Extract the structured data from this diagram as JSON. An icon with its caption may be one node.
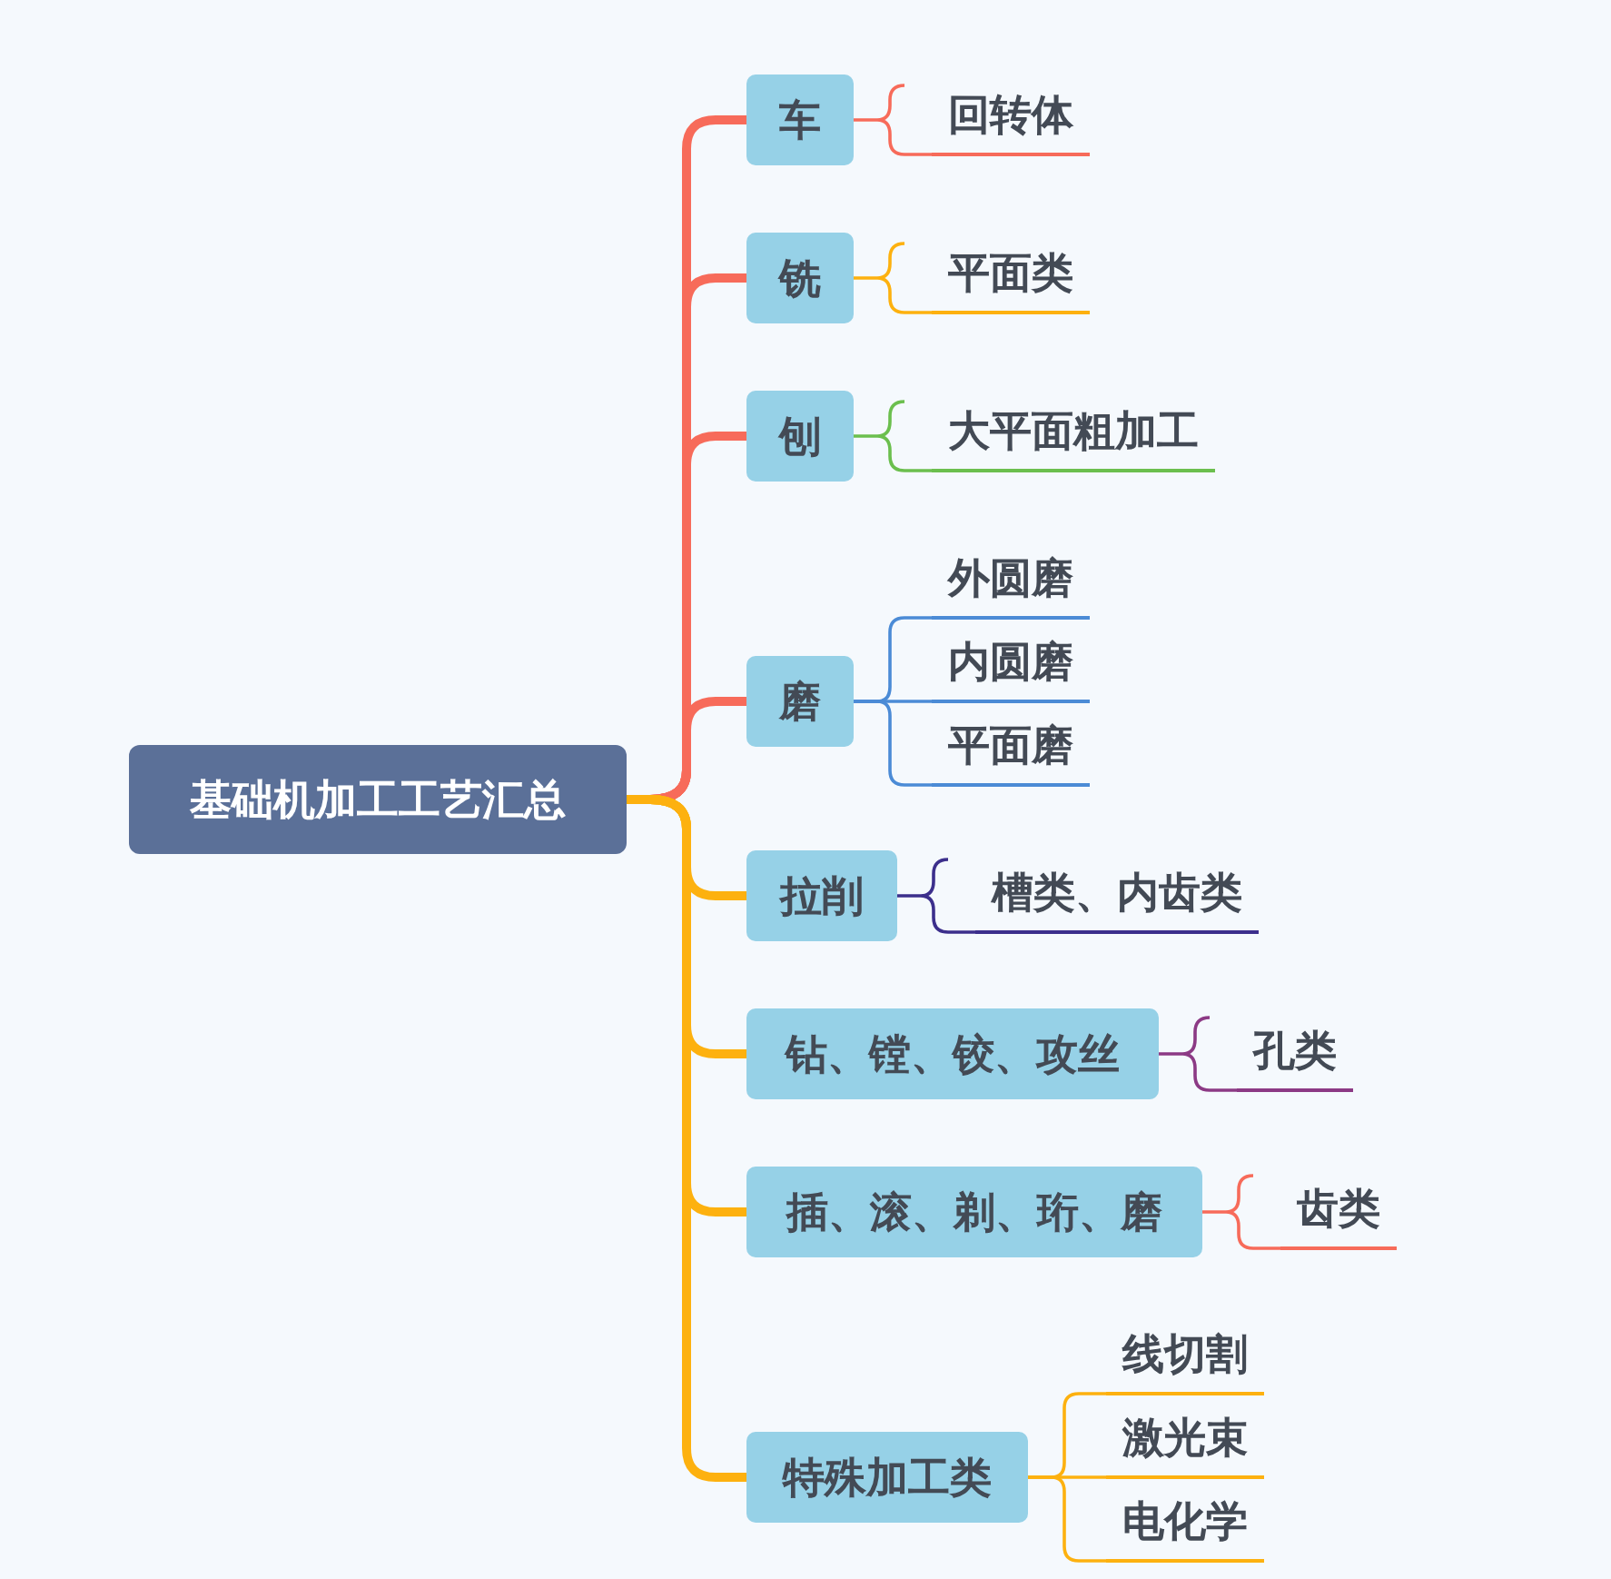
{
  "diagram": {
    "nodes": [
      {
        "text": [
          "基础机加工工艺汇总"
        ]
      },
      {
        "text": [
          "车"
        ]
      },
      {
        "text": [
          "回转体"
        ]
      },
      {
        "text": [
          "铣"
        ]
      },
      {
        "text": [
          "平面类"
        ]
      },
      {
        "text": [
          "刨"
        ]
      },
      {
        "text": [
          "大平面粗加工"
        ]
      },
      {
        "text": [
          "磨"
        ]
      },
      {
        "text": [
          "外圆磨"
        ]
      },
      {
        "text": [
          "内圆磨"
        ]
      },
      {
        "text": [
          "平面磨"
        ]
      },
      {
        "text": [
          "拉削"
        ]
      },
      {
        "text": [
          "槽类、内齿类"
        ]
      },
      {
        "text": [
          "钻、镗、铰、攻丝"
        ]
      },
      {
        "text": [
          "孔类"
        ]
      },
      {
        "text": [
          "插、滚、剃、珩、磨"
        ]
      },
      {
        "text": [
          "齿类"
        ]
      },
      {
        "text": [
          "特殊加工类"
        ]
      },
      {
        "text": [
          "线切割"
        ]
      },
      {
        "text": [
          "激光束"
        ]
      },
      {
        "text": [
          "电化学"
        ]
      }
    ],
    "edges": [
      {
        "from": 0,
        "to": 1,
        "arrow": "none",
        "style": "thick",
        "color": "#f76b5a"
      },
      {
        "from": 0,
        "to": 3,
        "arrow": "none",
        "style": "thick",
        "color": "#f76b5a"
      },
      {
        "from": 0,
        "to": 5,
        "arrow": "none",
        "style": "thick",
        "color": "#f76b5a"
      },
      {
        "from": 0,
        "to": 7,
        "arrow": "none",
        "style": "thick",
        "color": "#f76b5a"
      },
      {
        "from": 0,
        "to": 11,
        "arrow": "none",
        "style": "thick",
        "color": "#fdb10f"
      },
      {
        "from": 0,
        "to": 13,
        "arrow": "none",
        "style": "thick",
        "color": "#fdb10f"
      },
      {
        "from": 0,
        "to": 15,
        "arrow": "none",
        "style": "thick",
        "color": "#fdb10f"
      },
      {
        "from": 0,
        "to": 17,
        "arrow": "none",
        "style": "thick",
        "color": "#fdb10f"
      },
      {
        "from": 1,
        "to": 2,
        "arrow": "none",
        "color": "#f76b5a"
      },
      {
        "from": 3,
        "to": 4,
        "arrow": "none",
        "color": "#fdb10f"
      },
      {
        "from": 5,
        "to": 6,
        "arrow": "none",
        "color": "#6bbf4e"
      },
      {
        "from": 7,
        "to": 8,
        "arrow": "none",
        "color": "#4b8bd6"
      },
      {
        "from": 7,
        "to": 9,
        "arrow": "none",
        "color": "#4b8bd6"
      },
      {
        "from": 7,
        "to": 10,
        "arrow": "none",
        "color": "#4b8bd6"
      },
      {
        "from": 11,
        "to": 12,
        "arrow": "none",
        "color": "#3c2f8c"
      },
      {
        "from": 13,
        "to": 14,
        "arrow": "none",
        "color": "#8c3a85"
      },
      {
        "from": 15,
        "to": 16,
        "arrow": "none",
        "color": "#f76b5a"
      },
      {
        "from": 17,
        "to": 18,
        "arrow": "none",
        "color": "#fdb10f"
      },
      {
        "from": 17,
        "to": 19,
        "arrow": "none",
        "color": "#fdb10f"
      },
      {
        "from": 17,
        "to": 20,
        "arrow": "none",
        "color": "#fdb10f"
      }
    ]
  }
}
